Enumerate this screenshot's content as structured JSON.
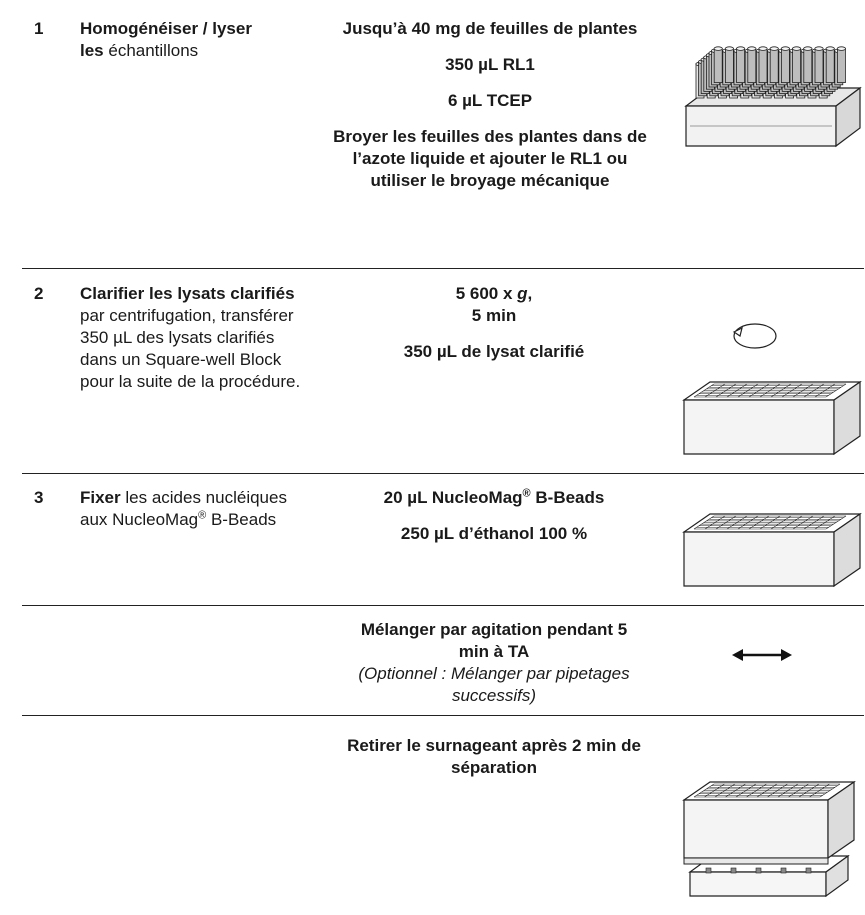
{
  "steps": [
    {
      "number": "1",
      "title_bold": "Homogénéiser / lyser",
      "title_bold2": "les",
      "title_rest": " échantillons",
      "details": [
        "Jusqu’à 40 mg de feuilles de plantes",
        "350 µL RL1",
        "6 µL TCEP",
        "Broyer les feuilles des plantes dans de l’azote liquide et ajouter le RL1 ou utiliser le broyage mécanique"
      ],
      "image": "tube-rack-icon"
    },
    {
      "number": "2",
      "title_bold": "Clarifier les lysats clarifiés",
      "title_rest": "par centrifugation, transférer 350 µL des lysats clarifiés dans un Square-well Block pour la suite de la procédure.",
      "details_g": {
        "pre": "5 600 x ",
        "g": "g",
        "post": ",",
        "line2": "5 min"
      },
      "details": [
        "350 µL de lysat clarifié"
      ],
      "image": "centrifuge-plate-icon"
    },
    {
      "number": "3",
      "title_bold": "Fixer",
      "title_rest": " les acides nucléiques aux NucleoMag",
      "title_reg": "®",
      "title_end": " B-Beads",
      "beads_pre": "20 µL NucleoMag",
      "beads_reg": "®",
      "beads_post": " B-Beads",
      "details": [
        "250 µL d’éthanol 100 %"
      ],
      "image": "square-well-plate-icon"
    },
    {
      "number": "",
      "details": [
        "Mélanger par agitation pendant 5 min à TA"
      ],
      "note": "(Optionnel : Mélanger par pipetages successifs)",
      "image": "shake-arrow-icon"
    },
    {
      "number": "",
      "details": [
        "Retirer le surnageant après 2 min de séparation"
      ],
      "image": "magnetic-separator-icon"
    }
  ]
}
